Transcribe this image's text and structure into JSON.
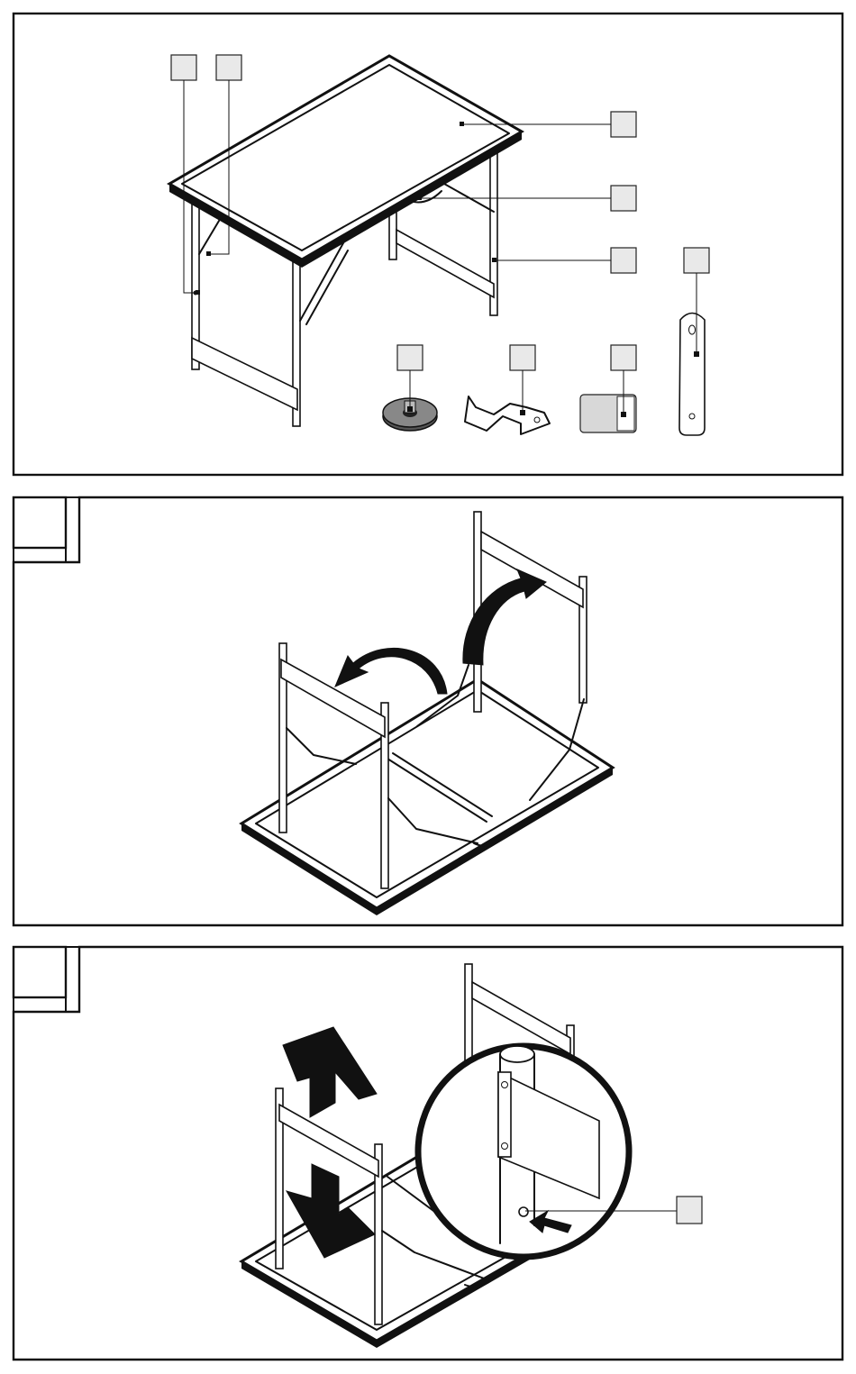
{
  "panels": [
    {
      "id": "overview",
      "step_label": "",
      "callouts": [
        "",
        "",
        "",
        "",
        "",
        "",
        "",
        "",
        ""
      ]
    },
    {
      "id": "step-1",
      "step_label": "",
      "callouts": []
    },
    {
      "id": "step-2",
      "step_label": "",
      "callouts": [
        ""
      ]
    }
  ]
}
